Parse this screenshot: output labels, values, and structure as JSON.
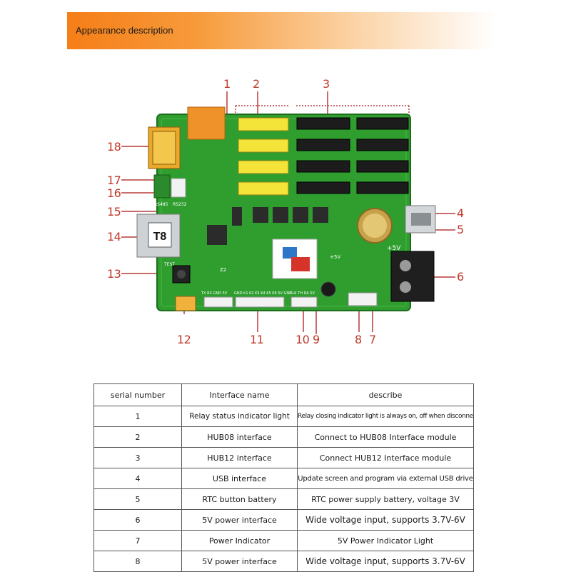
{
  "header": {
    "title": "Appearance description"
  },
  "board": {
    "t8_label": "T8",
    "callouts": [
      "1",
      "2",
      "3",
      "4",
      "5",
      "6",
      "7",
      "8",
      "9",
      "10",
      "11",
      "12",
      "13",
      "14",
      "15",
      "16",
      "17",
      "18"
    ],
    "silk": {
      "rs485": "RS485",
      "rs232": "RS232",
      "plus5v": "+5V",
      "plus5v_b": "+5V",
      "test": "TEST",
      "z2": "Z2",
      "bottom1": "TX RX GND 5V",
      "bottom2": "GND K1 K2 K3 K4 K5 K6 5V GND",
      "bottom3": "CLK TH DA 5V"
    }
  },
  "table": {
    "headers": {
      "serial": "serial number",
      "interface": "Interface name",
      "describe": "describe"
    },
    "rows": [
      {
        "num": "1",
        "name": "Relay status indicator light",
        "desc": "Relay closing indicator light is always on, off when disconnected"
      },
      {
        "num": "2",
        "name": "HUB08 interface",
        "desc": "Connect to HUB08 Interface module"
      },
      {
        "num": "3",
        "name": "HUB12 interface",
        "desc": "Connect HUB12 Interface module"
      },
      {
        "num": "4",
        "name": "USB interface",
        "desc": "Update screen and program via external USB drive"
      },
      {
        "num": "5",
        "name": "RTC button battery",
        "desc": "RTC power supply battery, voltage 3V"
      },
      {
        "num": "6",
        "name": "5V power interface",
        "desc": "Wide voltage input, supports 3.7V-6V"
      },
      {
        "num": "7",
        "name": "Power Indicator",
        "desc": "5V Power Indicator Light"
      },
      {
        "num": "8",
        "name": "5V power interface",
        "desc": "Wide voltage input, supports 3.7V-6V"
      }
    ]
  }
}
